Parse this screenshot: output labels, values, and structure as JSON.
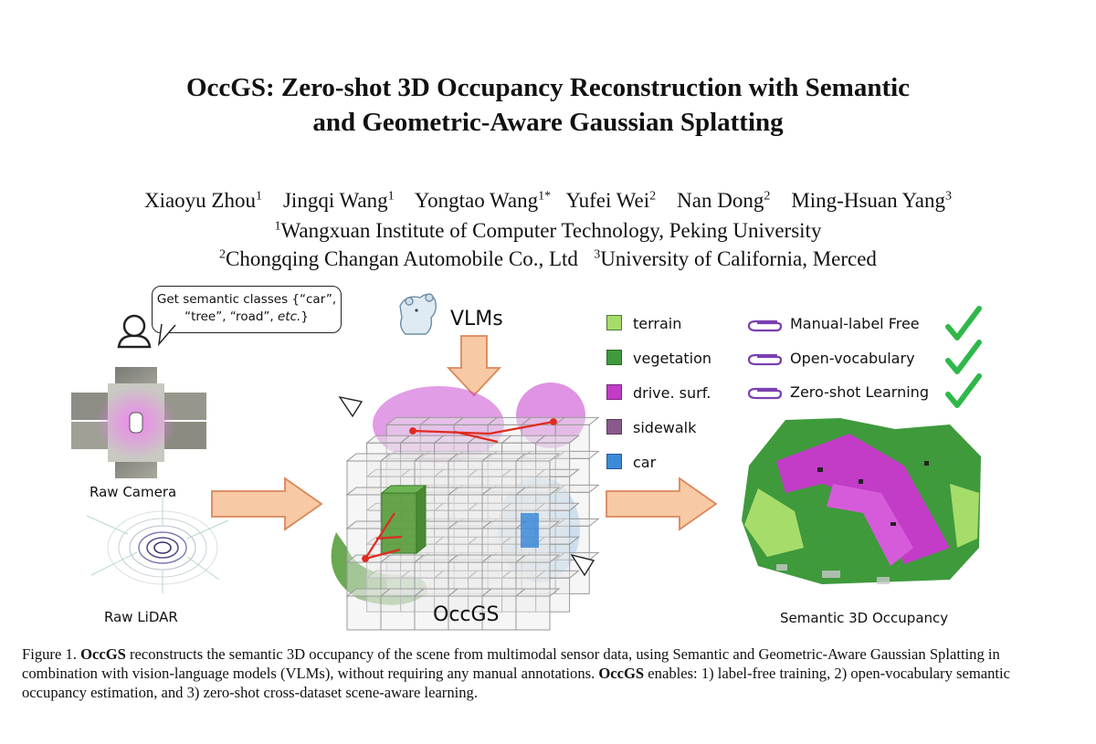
{
  "paper": {
    "title_line1": "OccGS: Zero-shot 3D Occupancy Reconstruction with Semantic",
    "title_line2": "and Geometric-Aware Gaussian Splatting",
    "authors": [
      {
        "name": "Xiaoyu Zhou",
        "aff": "1"
      },
      {
        "name": "Jingqi Wang",
        "aff": "1"
      },
      {
        "name": "Yongtao Wang",
        "aff": "1*"
      },
      {
        "name": "Yufei Wei",
        "aff": "2"
      },
      {
        "name": "Nan Dong",
        "aff": "2"
      },
      {
        "name": "Ming-Hsuan Yang",
        "aff": "3"
      }
    ],
    "affiliations": {
      "a1_num": "1",
      "a1": "Wangxuan Institute of Computer Technology, Peking University",
      "a2_num": "2",
      "a2": "Chongqing Changan Automobile Co., Ltd",
      "a3_num": "3",
      "a3": "University of California, Merced"
    }
  },
  "figure": {
    "bubble_line1": "Get semantic classes {“car”,",
    "bubble_line2_a": "“tree”, “road”, ",
    "bubble_line2_b": "etc.",
    "bubble_line2_c": "}",
    "vlms_label": "VLMs",
    "raw_camera": "Raw Camera",
    "raw_lidar": "Raw LiDAR",
    "occgs_label": "OccGS",
    "output_label": "Semantic 3D Occupancy",
    "legend": [
      {
        "label": "terrain",
        "color": "#a6dc6a"
      },
      {
        "label": "vegetation",
        "color": "#3f9a3c"
      },
      {
        "label": "drive. surf.",
        "color": "#c23cc7"
      },
      {
        "label": "sidewalk",
        "color": "#8a5a8c"
      },
      {
        "label": "car",
        "color": "#3c8ad8"
      }
    ],
    "features": [
      {
        "label": "Manual-label Free"
      },
      {
        "label": "Open-vocabulary"
      },
      {
        "label": "Zero-shot Learning"
      }
    ],
    "colors": {
      "arrow_fill": "#f8c9a5",
      "arrow_stroke": "#d9875a",
      "check": "#2fb84a",
      "clip": "#7b3fb0",
      "magenta": "#d46ad8",
      "green": "#5a9e3e",
      "blue": "#5b9ee0",
      "red": "#e02b20"
    }
  },
  "caption": {
    "prefix": "Figure 1. ",
    "bold1": "OccGS",
    "text1": " reconstructs the semantic 3D occupancy of the scene from multimodal sensor data, using Semantic and Geometric-Aware Gaussian Splatting in combination with vision-language models (VLMs), without requiring any manual annotations. ",
    "bold2": "OccGS",
    "text2": " enables: 1) label-free training, 2) open-vocabulary semantic occupancy estimation, and 3) zero-shot cross-dataset scene-aware learning."
  }
}
